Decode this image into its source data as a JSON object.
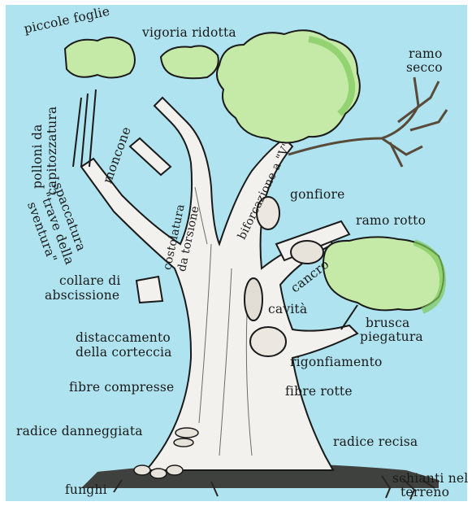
{
  "colors": {
    "sky": "#aee3ef",
    "frame": "#ffffff",
    "foliage": "#c5eaa8",
    "foliage_dark": "#7fc95a",
    "trunk": "#f3f1ee",
    "ink": "#1a1a1a",
    "ground": "#2b2420"
  },
  "labels": {
    "piccole_foglie": "piccole foglie",
    "vigoria_ridotta": "vigoria ridotta",
    "ramo_secco_1": "ramo",
    "ramo_secco_2": "secco",
    "polloni_1": "polloni da",
    "polloni_2": "capitozzatura",
    "moncone": "moncone",
    "spaccatura_1": "spaccatura",
    "spaccatura_2": "\"trave della",
    "spaccatura_3": "sventura\"",
    "costolatura_1": "costolatura",
    "costolatura_2": "da torsione",
    "biforcazione": "biforcazione a \"V\"",
    "gonfiore": "gonfiore",
    "ramo_rotto": "ramo rotto",
    "collare_1": "collare di",
    "collare_2": "abscissione",
    "cancro": "cancro",
    "cavita": "cavità",
    "brusca_1": "brusca",
    "brusca_2": "piegatura",
    "distacco_1": "distaccamento",
    "distacco_2": "della corteccia",
    "rigonfiamento": "rigonfiamento",
    "fibre_compresse": "fibre compresse",
    "fibre_rotte": "fibre rotte",
    "radice_danneggiata": "radice danneggiata",
    "radice_recisa": "radice recisa",
    "funghi": "funghi",
    "schianti_1": "schianti nel",
    "schianti_2": "terreno"
  }
}
